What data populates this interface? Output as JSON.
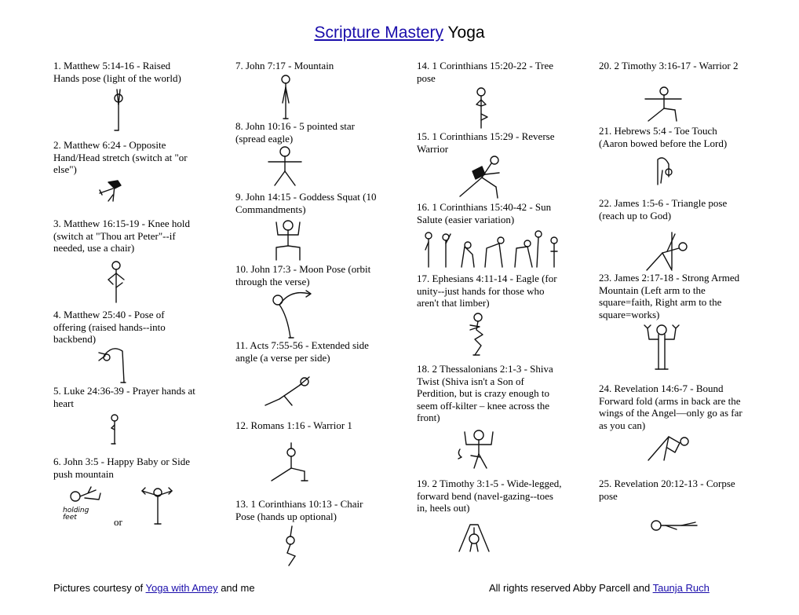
{
  "header": {
    "title_link": "Scripture Mastery",
    "title_rest": " Yoga"
  },
  "poses": [
    "1. Matthew 5:14-16 - Raised Hands pose (light of the world)",
    "2. Matthew 6:24 - Opposite Hand/Head stretch (switch at \"or else\")",
    "3. Matthew 16:15-19 - Knee hold (switch at \"Thou art Peter\"--if needed, use a chair)",
    "4. Matthew 25:40 - Pose of offering (raised hands--into backbend)",
    "5. Luke 24:36-39 - Prayer hands at heart",
    "6. John 3:5 - Happy Baby or Side push mountain",
    "7. John 7:17 - Mountain",
    "8. John 10:16 - 5 pointed star (spread eagle)",
    "9. John 14:15 - Goddess Squat (10 Commandments)",
    "10. John 17:3 - Moon Pose (orbit through the verse)",
    "11. Acts 7:55-56 - Extended side angle (a verse per side)",
    "12. Romans 1:16 - Warrior 1",
    "13. 1 Corinthians 10:13 - Chair Pose (hands up optional)",
    "14. 1 Corinthians 15:20-22 - Tree pose",
    "15. 1 Corinthians 15:29 - Reverse Warrior",
    "16. 1 Corinthians 15:40-42 - Sun Salute (easier variation)",
    "17. Ephesians 4:11-14 - Eagle (for unity--just hands for those who aren't that limber)",
    "18. 2 Thessalonians 2:1-3 - Shiva Twist (Shiva isn't a Son of Perdition, but is crazy enough to seem off-kilter – knee across the front)",
    "19. 2 Timothy 3:1-5 - Wide-legged, forward bend (navel-gazing--toes in, heels out)",
    "20. 2 Timothy 3:16-17 - Warrior 2",
    "21. Hebrews 5:4 - Toe Touch (Aaron bowed before the Lord)",
    "22. James 1:5-6 - Triangle pose (reach up to God)",
    "23. James 2:17-18 - Strong Armed Mountain (Left arm to the square=faith, Right arm to the square=works)",
    "24. Revelation 14:6-7 - Bound Forward fold (arms in back are the wings of the Angel—only go as far as you can)",
    "25. Revelation 20:12-13 - Corpse pose"
  ],
  "figure_notes": {
    "or_label": "or",
    "holding_feet": "holding feet"
  },
  "footer": {
    "left_prefix": "Pictures courtesy of ",
    "left_link": "Yoga with Amey",
    "left_suffix": " and me",
    "right_prefix": "All rights reserved Abby Parcell and ",
    "right_link": "Taunja Ruch"
  }
}
